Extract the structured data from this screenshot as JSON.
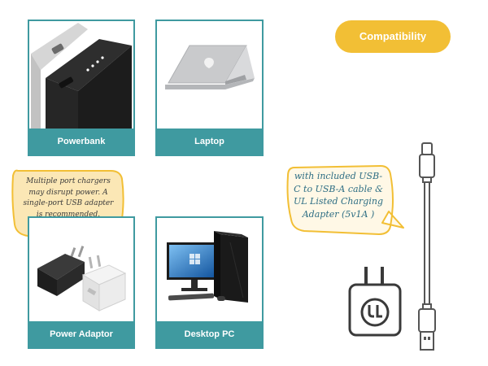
{
  "badge": {
    "label": "Compatibility",
    "color": "#f2bf35"
  },
  "cards": {
    "powerbank": {
      "label": "Powerbank"
    },
    "laptop": {
      "label": "Laptop"
    },
    "adaptor": {
      "label": "Power Adaptor"
    },
    "desktop": {
      "label": "Desktop PC"
    }
  },
  "notes": {
    "multi_port": "Multiple port chargers may disrupt power. A single-port USB adapter is recommended.",
    "cable": "with included USB-C to USB-A cable & UL Listed Charging Adapter (5v1A )"
  },
  "accent_color": "#3f9aa0",
  "bubble_color": "#fbe7b5",
  "icons": [
    "powerbank-image",
    "laptop-image",
    "power-adaptor-image",
    "desktop-pc-image",
    "charger-ul-icon",
    "usb-cable-icon"
  ]
}
